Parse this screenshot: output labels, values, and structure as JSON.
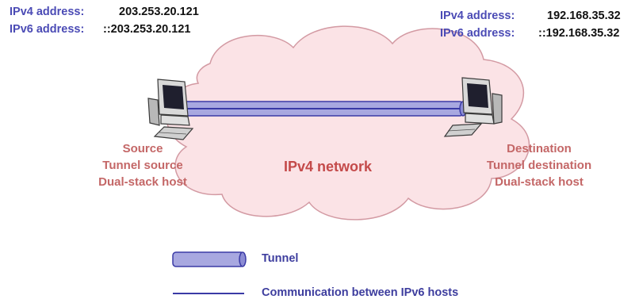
{
  "colors": {
    "cloud_fill": "#fbe3e6",
    "cloud_stroke": "#d39aa3",
    "tunnel_fill": "#a8a8e0",
    "tunnel_stroke": "#3a3aa6",
    "line_color": "#3a3aa6",
    "address_label": "#4b4bb5",
    "role_text": "#c46767"
  },
  "source": {
    "ipv4_label": "IPv4 address:",
    "ipv4_value": "203.253.20.121",
    "ipv6_label": "IPv6 address:",
    "ipv6_value": "::203.253.20.121",
    "roles": [
      "Source",
      "Tunnel source",
      "Dual-stack host"
    ],
    "icon": "desktop-computer-icon"
  },
  "destination": {
    "ipv4_label": "IPv4 address:",
    "ipv4_value": "192.168.35.32",
    "ipv6_label": "IPv6 address:",
    "ipv6_value": "::192.168.35.32",
    "roles": [
      "Destination",
      "Tunnel destination",
      "Dual-stack host"
    ],
    "icon": "desktop-computer-icon"
  },
  "network": {
    "label": "IPv4 network",
    "shape": "cloud"
  },
  "legend": {
    "tunnel_label": "Tunnel",
    "line_label": "Communication between IPv6 hosts"
  }
}
